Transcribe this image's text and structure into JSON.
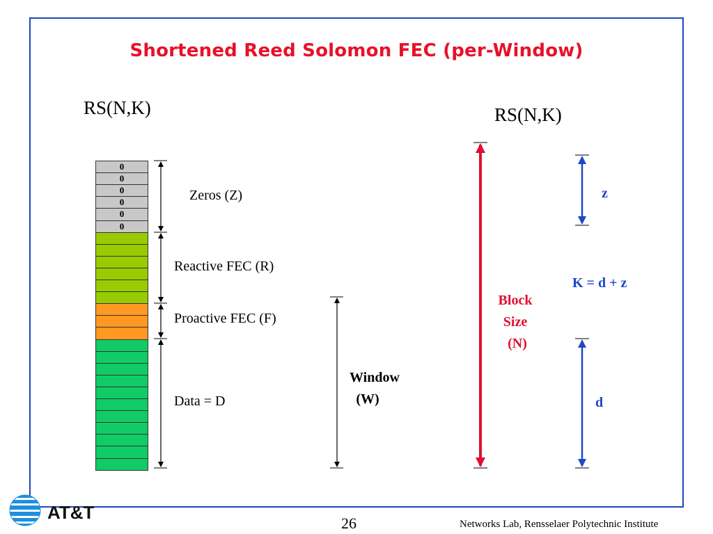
{
  "title": "Shortened Reed Solomon FEC (per-Window)",
  "left_rs_label": "RS(N,K)",
  "right_rs_label": "RS(N,K)",
  "zero_cell_text": "0",
  "labels": {
    "zeros": "Zeros (Z)",
    "reactive": "Reactive FEC (R)",
    "proactive": "Proactive FEC (F)",
    "data": "Data = D",
    "window_line1": "Window",
    "window_line2": "(W)",
    "block_line1": "Block",
    "block_line2": "Size",
    "block_line3": "(N)",
    "z": "z",
    "k_eq": "K = d + z",
    "d": "d"
  },
  "stack": [
    {
      "segment": "zeros",
      "count": 6,
      "color": "#c8c8c8"
    },
    {
      "segment": "reactive",
      "count": 6,
      "color": "#99cc00"
    },
    {
      "segment": "proactive",
      "count": 3,
      "color": "#ff9922"
    },
    {
      "segment": "data",
      "count": 11,
      "color": "#11cc66"
    }
  ],
  "colors": {
    "title": "#e8102a",
    "frame": "#1f47b8",
    "block_arrow": "#e01030",
    "kd_arrow": "#1f47c8"
  },
  "footer": {
    "logo_text": "AT&T",
    "page_number": "26",
    "institution": "Networks Lab, Rensselaer Polytechnic Institute"
  }
}
